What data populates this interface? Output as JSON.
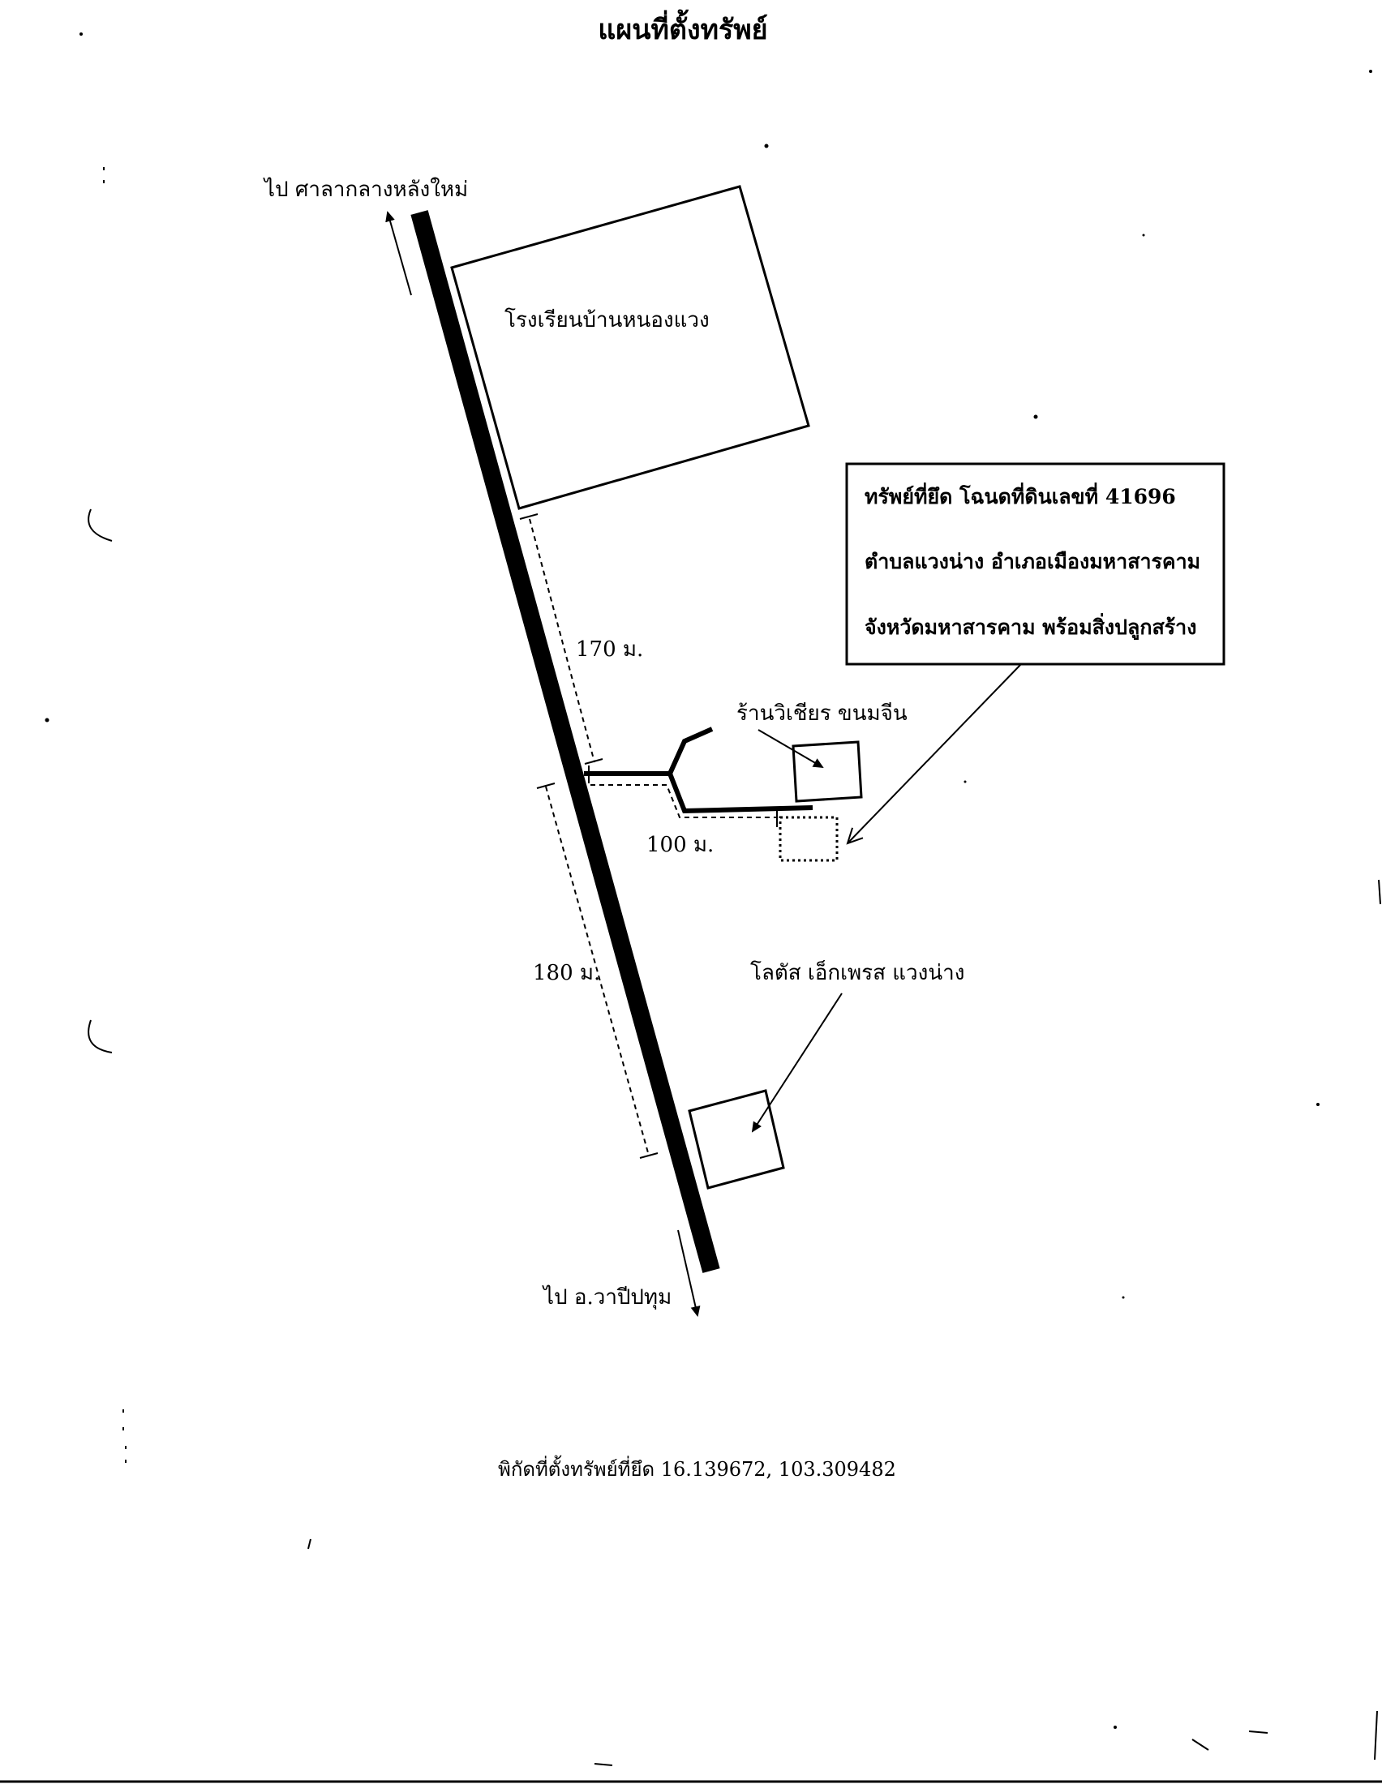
{
  "title": "แผนที่ตั้งทรัพย์",
  "directions": {
    "north": "ไป ศาลากลางหลังใหม่",
    "south": "ไป อ.วาปีปทุม"
  },
  "landmarks": {
    "school": "โรงเรียนบ้านหนองแวง",
    "shop": "ร้านวิเชียร ขนมจีน",
    "lotus": "โลตัส เอ็กเพรส แวงน่าง"
  },
  "distances": {
    "d1": "170 ม.",
    "d2": "100 ม.",
    "d3": "180 ม."
  },
  "property_box": {
    "line1": "ทรัพย์ที่ยึด โฉนดที่ดินเลขที่ 41696",
    "line2": "ตำบลแวงน่าง   อำเภอเมืองมหาสารคาม",
    "line3": "จังหวัดมหาสารคาม  พร้อมสิ่งปลูกสร้าง"
  },
  "coordinates": "พิกัดที่ตั้งทรัพย์ที่ยึด 16.139672, 103.309482"
}
